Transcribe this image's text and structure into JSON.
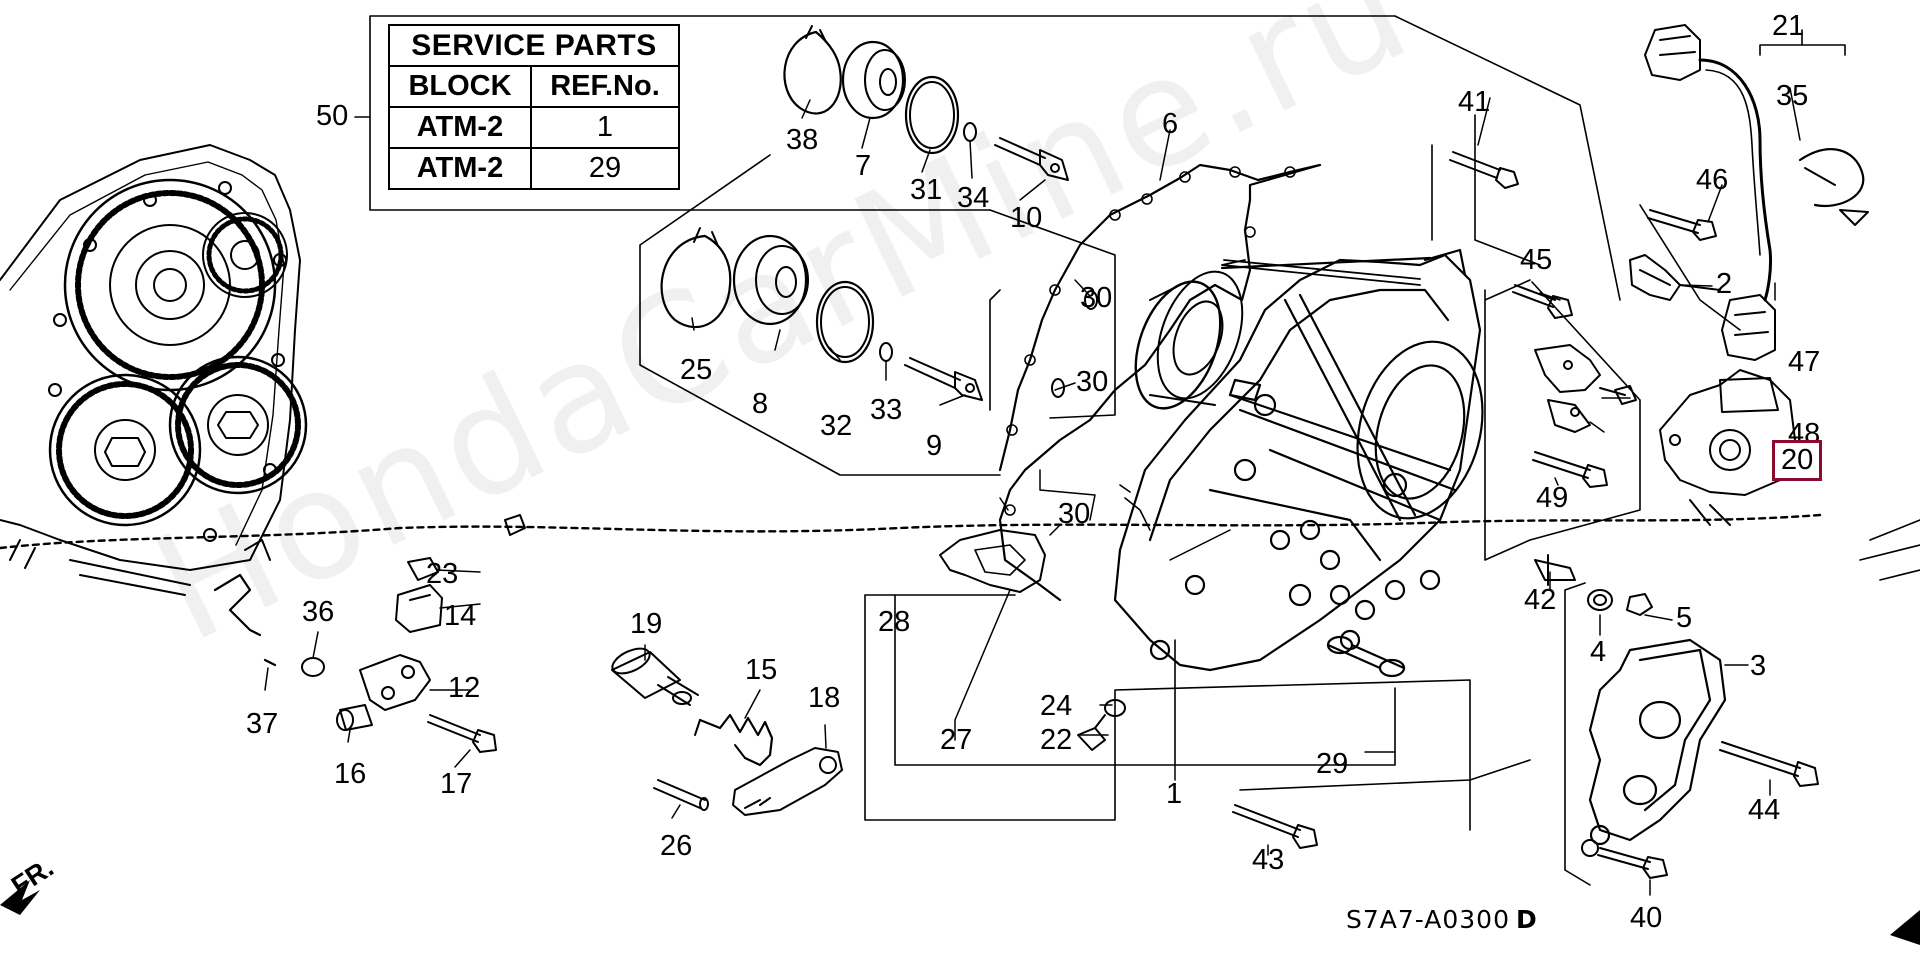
{
  "service_parts": {
    "title": "SERVICE PARTS",
    "headers": [
      "BLOCK",
      "REF.No."
    ],
    "rows": [
      {
        "block": "ATM-2",
        "ref": "1"
      },
      {
        "block": "ATM-2",
        "ref": "29"
      }
    ]
  },
  "callouts": {
    "c1": "1",
    "c2": "2",
    "c3": "3",
    "c4": "4",
    "c5": "5",
    "c6": "6",
    "c7": "7",
    "c8": "8",
    "c9": "9",
    "c10": "10",
    "c12": "12",
    "c14": "14",
    "c15": "15",
    "c16": "16",
    "c17": "17",
    "c18": "18",
    "c19": "19",
    "c20": "20",
    "c21": "21",
    "c22": "22",
    "c23": "23",
    "c24": "24",
    "c25": "25",
    "c26": "26",
    "c27": "27",
    "c28": "28",
    "c29": "29",
    "c30a": "30",
    "c30b": "30",
    "c30c": "30",
    "c31": "31",
    "c32": "32",
    "c33": "33",
    "c34": "34",
    "c35": "35",
    "c36": "36",
    "c37": "37",
    "c38": "38",
    "c40": "40",
    "c41": "41",
    "c42": "42",
    "c43": "43",
    "c44": "44",
    "c45": "45",
    "c46": "46",
    "c47": "47",
    "c48": "48",
    "c49": "49",
    "c50": "50"
  },
  "diagram_code": "S7A7-A0300",
  "diagram_code_suffix": "D",
  "direction_label": "FR.",
  "watermark": "HondaCarMine.ru",
  "colors": {
    "ink": "#000000",
    "highlight_box": "#8b0a2e"
  }
}
